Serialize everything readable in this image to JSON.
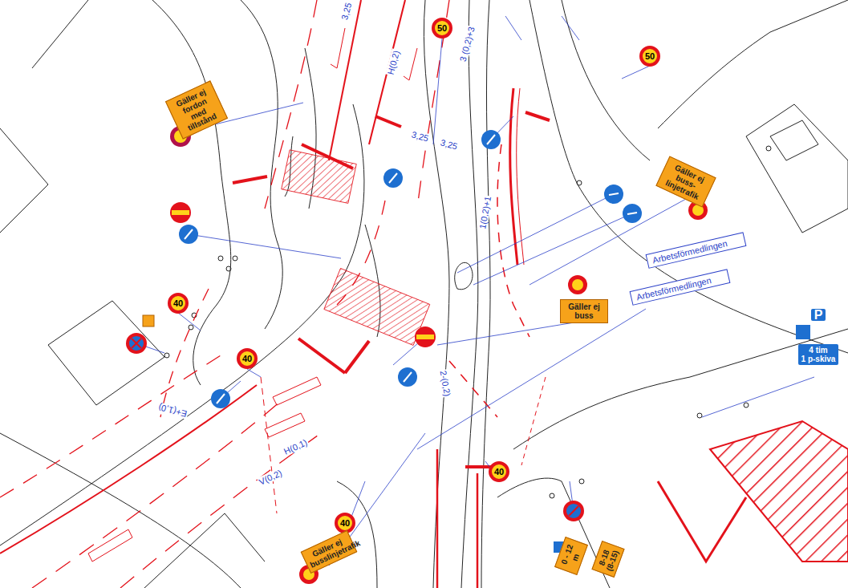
{
  "diagram": {
    "nodes": [
      {
        "text": [
          "50"
        ]
      },
      {
        "text": [
          "50"
        ]
      },
      {
        "text": [
          "Gäller ej fordon med tillstånd"
        ]
      },
      {
        "text": [
          "Gäller ej buss-linjetrafik"
        ]
      },
      {
        "text": [
          "Gäller ej buss"
        ]
      },
      {
        "text": [
          "Arbetsförmedlingen"
        ]
      },
      {
        "text": [
          "Arbetsförmedlingen"
        ]
      },
      {
        "text": [
          "40"
        ]
      },
      {
        "text": [
          "40"
        ]
      },
      {
        "text": [
          "40"
        ]
      },
      {
        "text": [
          "40"
        ]
      },
      {
        "text": [
          "Gäller ej busslinjetrafik"
        ]
      },
      {
        "text": [
          "P"
        ]
      },
      {
        "text": [
          "4 tim",
          "1 p-skiva"
        ]
      },
      {
        "text": [
          "0 - 12 m"
        ]
      },
      {
        "text": [
          "8-18 (8-15)"
        ]
      }
    ],
    "labels": [
      "3,25",
      "H(0,2)",
      "3 (0,2)+3",
      "3,25",
      "3,25",
      "1(0,2)+1",
      "E+(1,0)",
      "H(0,1)",
      "V(0,2)",
      "2-(0,2)"
    ]
  }
}
